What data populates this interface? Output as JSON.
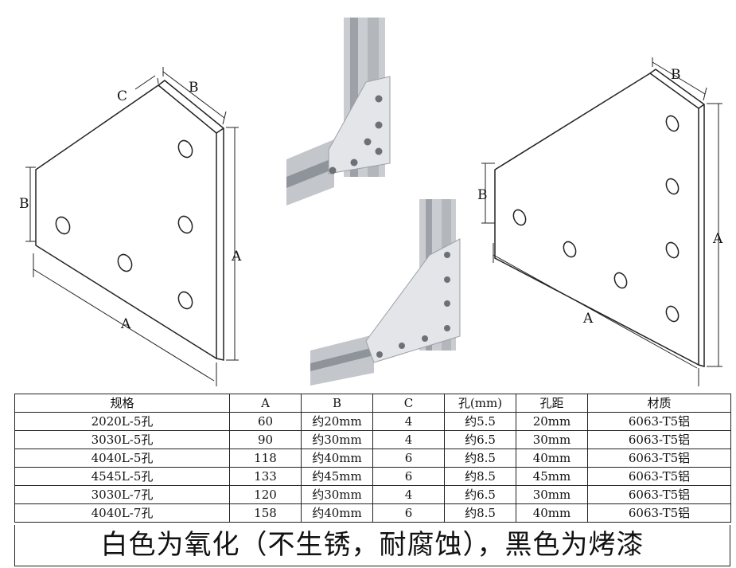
{
  "diagram_labels": {
    "left": {
      "a": "A",
      "b_top": "B",
      "b_side": "B",
      "c": "C",
      "a_side": "A"
    },
    "right": {
      "a": "A",
      "b_top": "B",
      "b_side": "B",
      "a_side": "A"
    }
  },
  "table": {
    "headers": [
      "规格",
      "A",
      "B",
      "C",
      "孔(mm)",
      "孔距",
      "材质"
    ],
    "rows": [
      [
        "2020L-5孔",
        "60",
        "约20mm",
        "4",
        "约5.5",
        "20mm",
        "6063-T5铝"
      ],
      [
        "3030L-5孔",
        "90",
        "约30mm",
        "4",
        "约6.5",
        "30mm",
        "6063-T5铝"
      ],
      [
        "4040L-5孔",
        "118",
        "约40mm",
        "6",
        "约8.5",
        "40mm",
        "6063-T5铝"
      ],
      [
        "4545L-5孔",
        "133",
        "约45mm",
        "6",
        "约8.5",
        "45mm",
        "6063-T5铝"
      ],
      [
        "3030L-7孔",
        "120",
        "约30mm",
        "4",
        "约6.5",
        "30mm",
        "6063-T5铝"
      ],
      [
        "4040L-7孔",
        "158",
        "约40mm",
        "6",
        "约8.5",
        "40mm",
        "6063-T5铝"
      ]
    ]
  },
  "footer_note": "白色为氧化（不生锈，耐腐蚀），黑色为烤漆"
}
